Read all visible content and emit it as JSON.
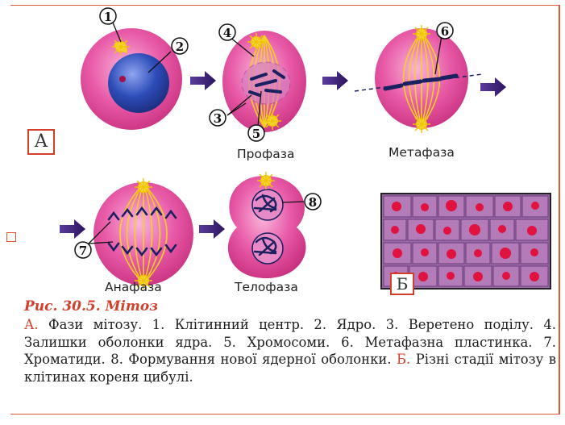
{
  "figure": {
    "panel_a_label": "А",
    "panel_b_label": "Б",
    "markers": [
      "1",
      "2",
      "3",
      "4",
      "5",
      "6",
      "7",
      "8"
    ],
    "stages": {
      "prophase": "Профаза",
      "metaphase": "Метафаза",
      "anaphase": "Анафаза",
      "telophase": "Телофаза"
    }
  },
  "caption": {
    "title": "Рис. 30.5. Мітоз",
    "a_prefix": "А.",
    "a_text": " Фази мітозу. 1. Клітинний центр. 2. Ядро. 3. Веретено поділу. 4. Залишки оболонки ядра. 5. Хромосоми. 6. Метафазна пластинка. 7. Хроматиди. 8. Формування нової ядерної оболонки.",
    "b_prefix": "Б.",
    "b_text": " Різні стадії мітозу в клітинах кореня цибулі."
  },
  "colors": {
    "cell_fill": "#e04b9a",
    "cell_light": "#f7a9d2",
    "nucleus": "#2d4cb8",
    "spindle": "#f5d020",
    "chromosome": "#1a2060",
    "arrow": "#3a1f78",
    "frame": "#e2552f"
  }
}
